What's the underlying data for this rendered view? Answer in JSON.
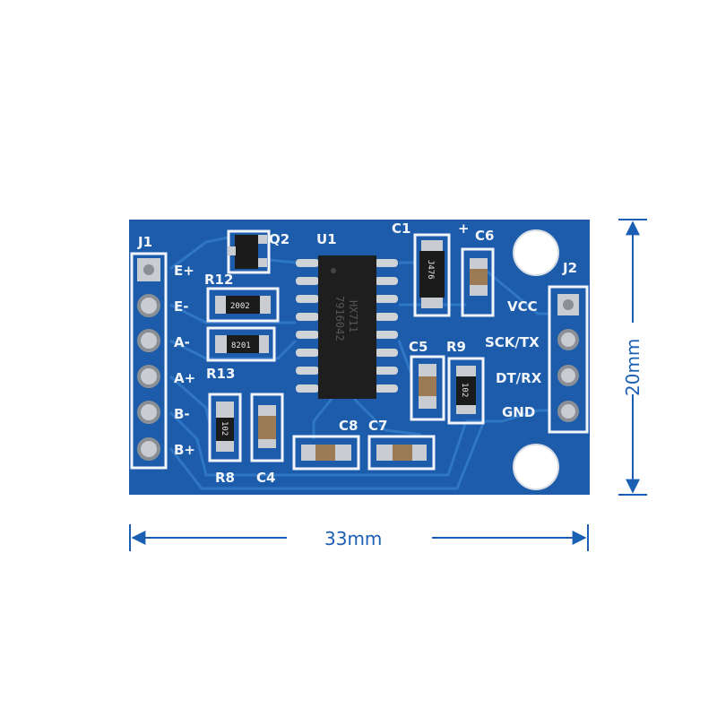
{
  "board": {
    "colors": {
      "pcb": "#1d5cab",
      "trace": "#2f76c4",
      "silk": "#f2f6fb",
      "dimension": "#1a5fb4"
    },
    "j1": {
      "label": "J1",
      "pins": [
        "E+",
        "E-",
        "A-",
        "A+",
        "B-",
        "B+"
      ]
    },
    "j2": {
      "label": "J2",
      "pins": [
        "VCC",
        "SCK/TX",
        "DT/RX",
        "GND"
      ]
    },
    "components": {
      "q2": "Q2",
      "u1": "U1",
      "c1": "C1",
      "c1_plus": "+",
      "c6": "C6",
      "r12": "R12",
      "r13": "R13",
      "r8": "R8",
      "c4": "C4",
      "c5": "C5",
      "r9": "R9",
      "c8": "C8",
      "c7": "C7"
    },
    "markings": {
      "chip_line1": "HX711",
      "chip_line2": "7916042",
      "r12_code": "2002",
      "r13_code": "8201",
      "r8_code": "102",
      "r9_code": "102",
      "c1_code": "J476"
    }
  },
  "dimensions": {
    "width": "33mm",
    "height": "20mm"
  }
}
